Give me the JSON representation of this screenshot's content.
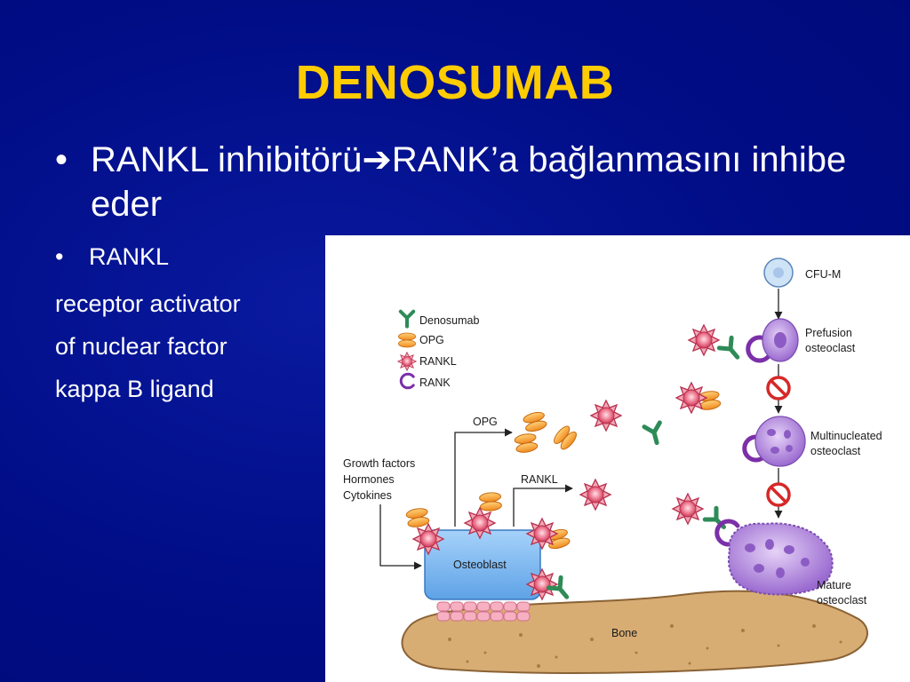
{
  "slide": {
    "title": "DENOSUMAB",
    "bullet_main": "RANKL inhibitörü➔RANK’a bağlanmasını inhibe eder",
    "bullet_small": "RANKL",
    "description_lines": [
      "receptor activator",
      "of nuclear factor",
      "kappa B ligand"
    ]
  },
  "diagram": {
    "legend": [
      "Denosumab",
      "OPG",
      "RANKL",
      "RANK"
    ],
    "inputs": [
      "Growth factors",
      "Hormones",
      "Cytokines"
    ],
    "arrow_labels": {
      "opg": "OPG",
      "rankl": "RANKL"
    },
    "cells": {
      "cfu": "CFU-M",
      "prefusion": [
        "Prefusion",
        "osteoclast"
      ],
      "multinucleated": [
        "Multinucleated",
        "osteoclast"
      ],
      "mature": [
        "Mature",
        "osteoclast"
      ],
      "osteoblast": "Osteoblast",
      "bone": "Bone"
    }
  },
  "colors": {
    "title": "#ffcc00",
    "background": "#000d86",
    "denosumab": "#2e8b57",
    "opg": "#f0a030",
    "rankl": "#e8506a",
    "rank": "#7b2fa8",
    "osteoclast": "#b48ae0",
    "osteoblast": "#78b4ef",
    "bone": "#d2a66c"
  }
}
